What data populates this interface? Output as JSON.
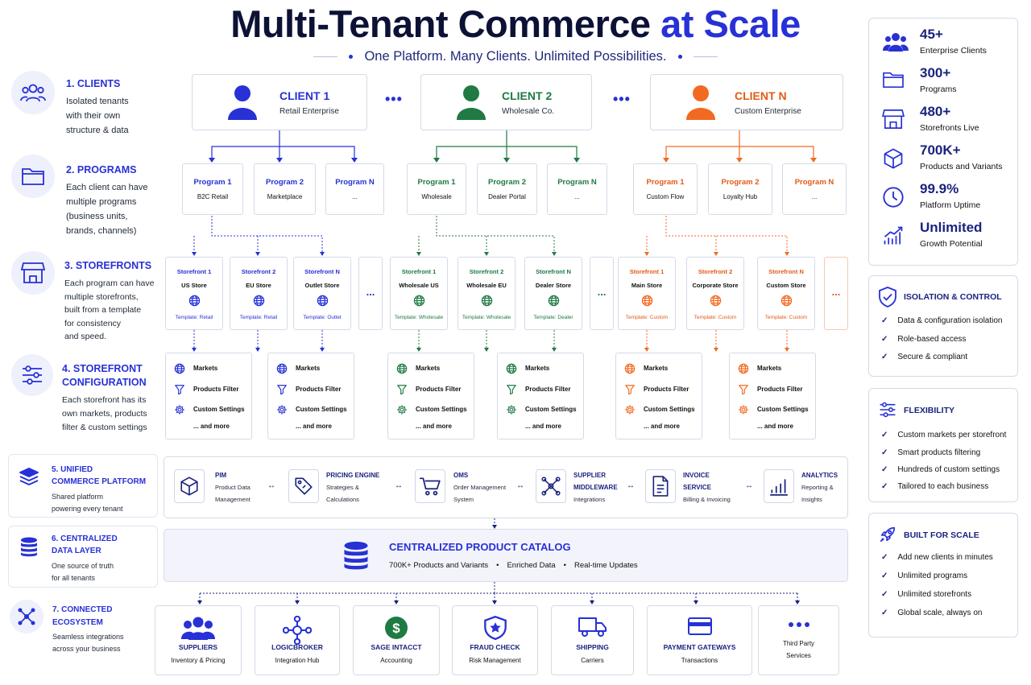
{
  "header": {
    "title_a": "Multi-Tenant Commerce",
    "title_b": "at Scale",
    "subtitle": "One Platform. Many Clients. Unlimited Possibilities."
  },
  "colors": {
    "client1": "#2731d6",
    "client2": "#1f7a43",
    "clientN": "#f26a21",
    "navy": "#1a237e"
  },
  "left": {
    "s1": {
      "title": "1. CLIENTS",
      "desc": [
        "Isolated tenants",
        "with their own",
        "structure & data"
      ]
    },
    "s2": {
      "title": "2. PROGRAMS",
      "desc": [
        "Each client can have",
        "multiple programs",
        "(business units,",
        "brands, channels)"
      ]
    },
    "s3": {
      "title": "3. STOREFRONTS",
      "desc": [
        "Each program can have",
        "multiple storefronts,",
        "built from a template",
        "for consistency",
        "and speed."
      ]
    },
    "s4": {
      "title_a": "4. STOREFRONT",
      "title_b": "CONFIGURATION",
      "desc": [
        "Each storefront has its",
        "own markets, products",
        "filter & custom settings"
      ]
    },
    "s5": {
      "title_a": "5. UNIFIED",
      "title_b": "COMMERCE PLATFORM",
      "desc": [
        "Shared platform",
        "powering every tenant"
      ]
    },
    "s6": {
      "title_a": "6. CENTRALIZED",
      "title_b": "DATA LAYER",
      "desc": [
        "One source of truth",
        "for all tenants"
      ]
    },
    "s7": {
      "title_a": "7. CONNECTED",
      "title_b": "ECOSYSTEM",
      "desc": [
        "Seamless integrations",
        "across your business"
      ]
    }
  },
  "clients": [
    {
      "name": "CLIENT 1",
      "sub": "Retail Enterprise"
    },
    {
      "name": "CLIENT 2",
      "sub": "Wholesale Co."
    },
    {
      "name": "CLIENT N",
      "sub": "Custom Enterprise"
    }
  ],
  "ellipsis": "•••",
  "programs": [
    [
      {
        "n": "Program 1",
        "s": "B2C Retail"
      },
      {
        "n": "Program 2",
        "s": "Marketplace"
      },
      {
        "n": "Program N",
        "s": "..."
      }
    ],
    [
      {
        "n": "Program 1",
        "s": "Wholesale"
      },
      {
        "n": "Program 2",
        "s": "Dealer Portal"
      },
      {
        "n": "Program N",
        "s": "..."
      }
    ],
    [
      {
        "n": "Program 1",
        "s": "Custom Flow"
      },
      {
        "n": "Program 2",
        "s": "Loyalty Hub"
      },
      {
        "n": "Program N",
        "s": "..."
      }
    ]
  ],
  "storefronts": [
    [
      {
        "n": "Storefront 1",
        "s": "US Store",
        "t": "Template: Retail"
      },
      {
        "n": "Storefront 2",
        "s": "EU Store",
        "t": "Template: Retail"
      },
      {
        "n": "Storefront N",
        "s": "Outlet Store",
        "t": "Template: Outlet"
      }
    ],
    [
      {
        "n": "Storefront 1",
        "s": "Wholesale US",
        "t": "Template: Wholesale"
      },
      {
        "n": "Storefront 2",
        "s": "Wholesale EU",
        "t": "Template: Wholesale"
      },
      {
        "n": "Storefront N",
        "s": "Dealer Store",
        "t": "Template: Dealer"
      }
    ],
    [
      {
        "n": "Storefront 1",
        "s": "Main Store",
        "t": "Template: Custom"
      },
      {
        "n": "Storefront 2",
        "s": "Corporate Store",
        "t": "Template: Custom"
      },
      {
        "n": "Storefront N",
        "s": "Custom Store",
        "t": "Template: Custom"
      }
    ]
  ],
  "sf_more": "...",
  "config": {
    "markets": "Markets",
    "filter": "Products Filter",
    "settings": "Custom Settings",
    "more": "... and more"
  },
  "platform": [
    {
      "t": [
        "PIM"
      ],
      "d": [
        "Product Data",
        "Management"
      ],
      "icon": "cube-icon"
    },
    {
      "t": [
        "PRICING ENGINE"
      ],
      "d": [
        "Strategies &",
        "Calculations"
      ],
      "icon": "tag-icon"
    },
    {
      "t": [
        "OMS"
      ],
      "d": [
        "Order Management",
        "System"
      ],
      "icon": "cart-icon"
    },
    {
      "t": [
        "SUPPLIER",
        "MIDDLEWARE"
      ],
      "d": [
        "Integrations"
      ],
      "icon": "network-icon"
    },
    {
      "t": [
        "INVOICE",
        "SERVICE"
      ],
      "d": [
        "Billing & Invoicing"
      ],
      "icon": "invoice-icon"
    },
    {
      "t": [
        "ANALYTICS"
      ],
      "d": [
        "Reporting &",
        "Insights"
      ],
      "icon": "bar-chart-icon"
    }
  ],
  "link_arrow": "↔",
  "catalog": {
    "title": "CENTRALIZED PRODUCT CATALOG",
    "items": [
      "700K+ Products and Variants",
      "Enriched Data",
      "Real-time Updates"
    ]
  },
  "ecosystem": [
    {
      "t": "SUPPLIERS",
      "d": "Inventory & Pricing",
      "icon": "people-icon"
    },
    {
      "t": "LOGICBROKER",
      "d": "Integration Hub",
      "icon": "hub-icon"
    },
    {
      "t": "SAGE INTACCT",
      "d": "Accounting",
      "icon": "dollar-icon"
    },
    {
      "t": "FRAUD CHECK",
      "d": "Risk Management",
      "icon": "shield-icon"
    },
    {
      "t": "SHIPPING",
      "d": "Carriers",
      "icon": "truck-icon"
    },
    {
      "t": "PAYMENT GATEWAYS",
      "d": "Transactions",
      "icon": "card-icon"
    },
    {
      "t": "Third Party",
      "d": "Services",
      "icon": "more-icon"
    }
  ],
  "stats": [
    {
      "n": "45+",
      "l": "Enterprise Clients",
      "icon": "users-icon"
    },
    {
      "n": "300+",
      "l": "Programs",
      "icon": "folder-icon"
    },
    {
      "n": "480+",
      "l": "Storefronts Live",
      "icon": "store-icon"
    },
    {
      "n": "700K+",
      "l": "Products and Variants",
      "icon": "box-icon"
    },
    {
      "n": "99.9%",
      "l": "Platform Uptime",
      "icon": "clock-icon"
    },
    {
      "n": "Unlimited",
      "l": "Growth Potential",
      "icon": "growth-icon"
    }
  ],
  "isolation": {
    "title": "ISOLATION & CONTROL",
    "items": [
      "Data & configuration isolation",
      "Role-based access",
      "Secure & compliant"
    ]
  },
  "flexibility": {
    "title": "FLEXIBILITY",
    "items": [
      "Custom markets per storefront",
      "Smart products filtering",
      "Hundreds of custom settings",
      "Tailored to each business"
    ]
  },
  "scale": {
    "title": "BUILT FOR SCALE",
    "items": [
      "Add new clients in minutes",
      "Unlimited programs",
      "Unlimited storefronts",
      "Global scale, always on"
    ]
  },
  "check": "✓"
}
